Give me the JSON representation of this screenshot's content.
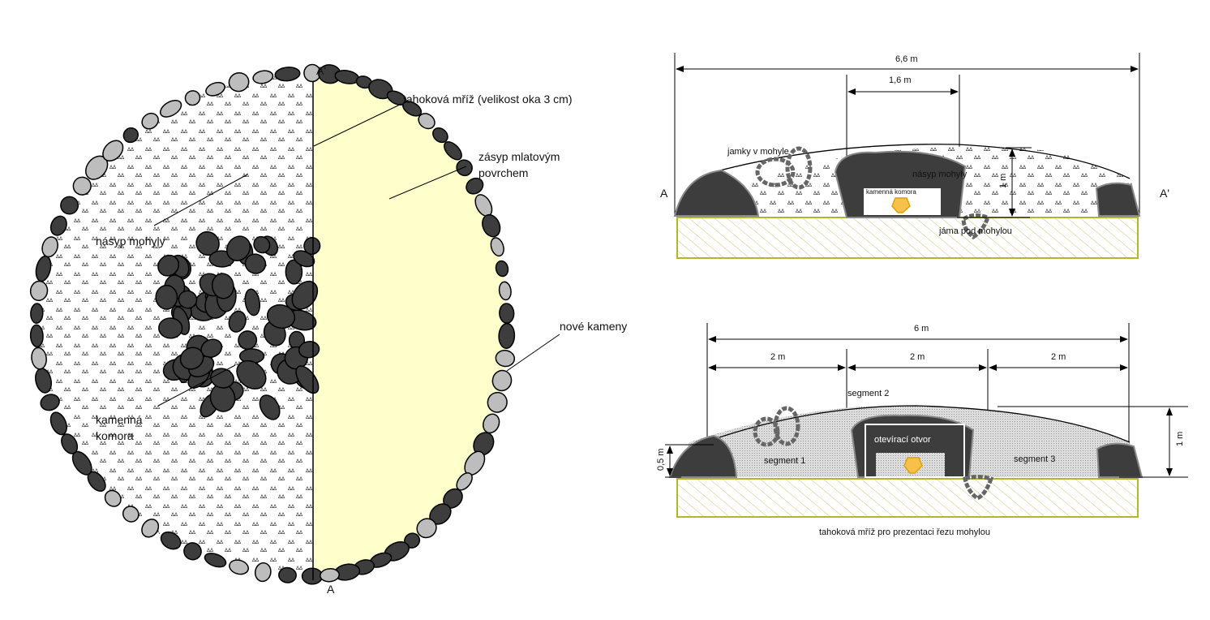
{
  "plan": {
    "label_a_prime": "A'",
    "label_a": "A",
    "mesh_label": "tahoková mříž (velikost oka 3 cm)",
    "fill_label_1": "zásyp mlatovým",
    "fill_label_2": "povrchem",
    "mound_label": "násyp mohyly",
    "new_stones_label": "nové kameny",
    "chamber_label_1": "kamenná",
    "chamber_label_2": "komora"
  },
  "section_top": {
    "total_width": "6,6 m",
    "chamber_width": "1,6 m",
    "pits_label": "jamky v mohyle",
    "mound_label": "násyp mohyly",
    "chamber_label": "kamenná komora",
    "height": "1 m",
    "pit_label": "jáma pod mohylou",
    "label_a": "A",
    "label_a_prime": "A'"
  },
  "section_bottom": {
    "total_width": "6 m",
    "segment_widths": [
      "2 m",
      "2 m",
      "2 m"
    ],
    "segment_1": "segment 1",
    "segment_2": "segment 2",
    "segment_3": "segment 3",
    "opening_label": "otevírací otvor",
    "edge_height": "0,5 m",
    "height": "1 m",
    "caption": "tahoková mříž pro prezentaci řezu mohylou"
  },
  "colors": {
    "stone_dark": "#3d3d3d",
    "stone_light": "#bdbdbd",
    "fill_yellow": "#ffffcc",
    "ground_olive": "#b5b52a",
    "gold": "#f7c04a"
  }
}
